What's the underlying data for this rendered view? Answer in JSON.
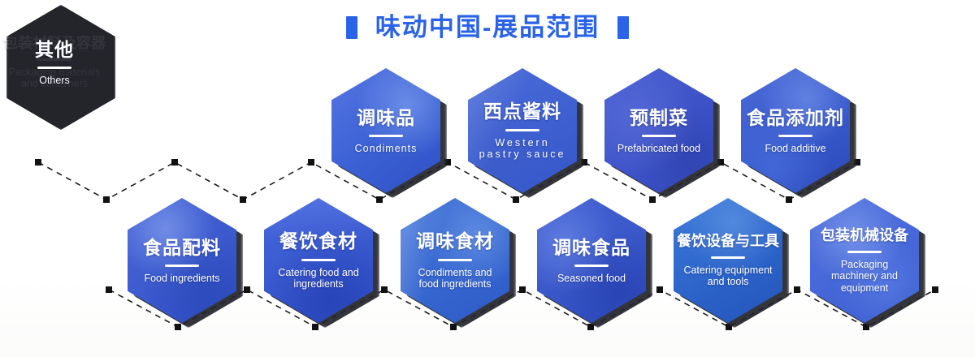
{
  "title": {
    "text": "味动中国-展品范围"
  },
  "accent_color": "#2a63e8",
  "connector_color": "#1d1d1d",
  "hexagons": [
    {
      "cn": "调味品",
      "en": "Condiments"
    },
    {
      "cn": "西点酱料",
      "en": "Western pastry sauce"
    },
    {
      "cn": "预制菜",
      "en": "Prefabricated food"
    },
    {
      "cn": "食品添加剂",
      "en": "Food additive"
    },
    {
      "cn": "食品配料",
      "en": "Food ingredients"
    },
    {
      "cn": "餐饮食材",
      "en": "Catering food and ingredients"
    },
    {
      "cn": "调味食材",
      "en": "Condiments and food ingredients"
    },
    {
      "cn": "调味食品",
      "en": "Seasoned food"
    },
    {
      "cn": "餐饮设备与工具",
      "en": "Catering equipment and tools"
    },
    {
      "cn": "包装机械设备",
      "en": "Packaging machinery and equipment"
    },
    {
      "cn": "包装材料及容器",
      "en": "Packaging materials and containers"
    },
    {
      "cn": "其他",
      "en": "Others"
    }
  ]
}
